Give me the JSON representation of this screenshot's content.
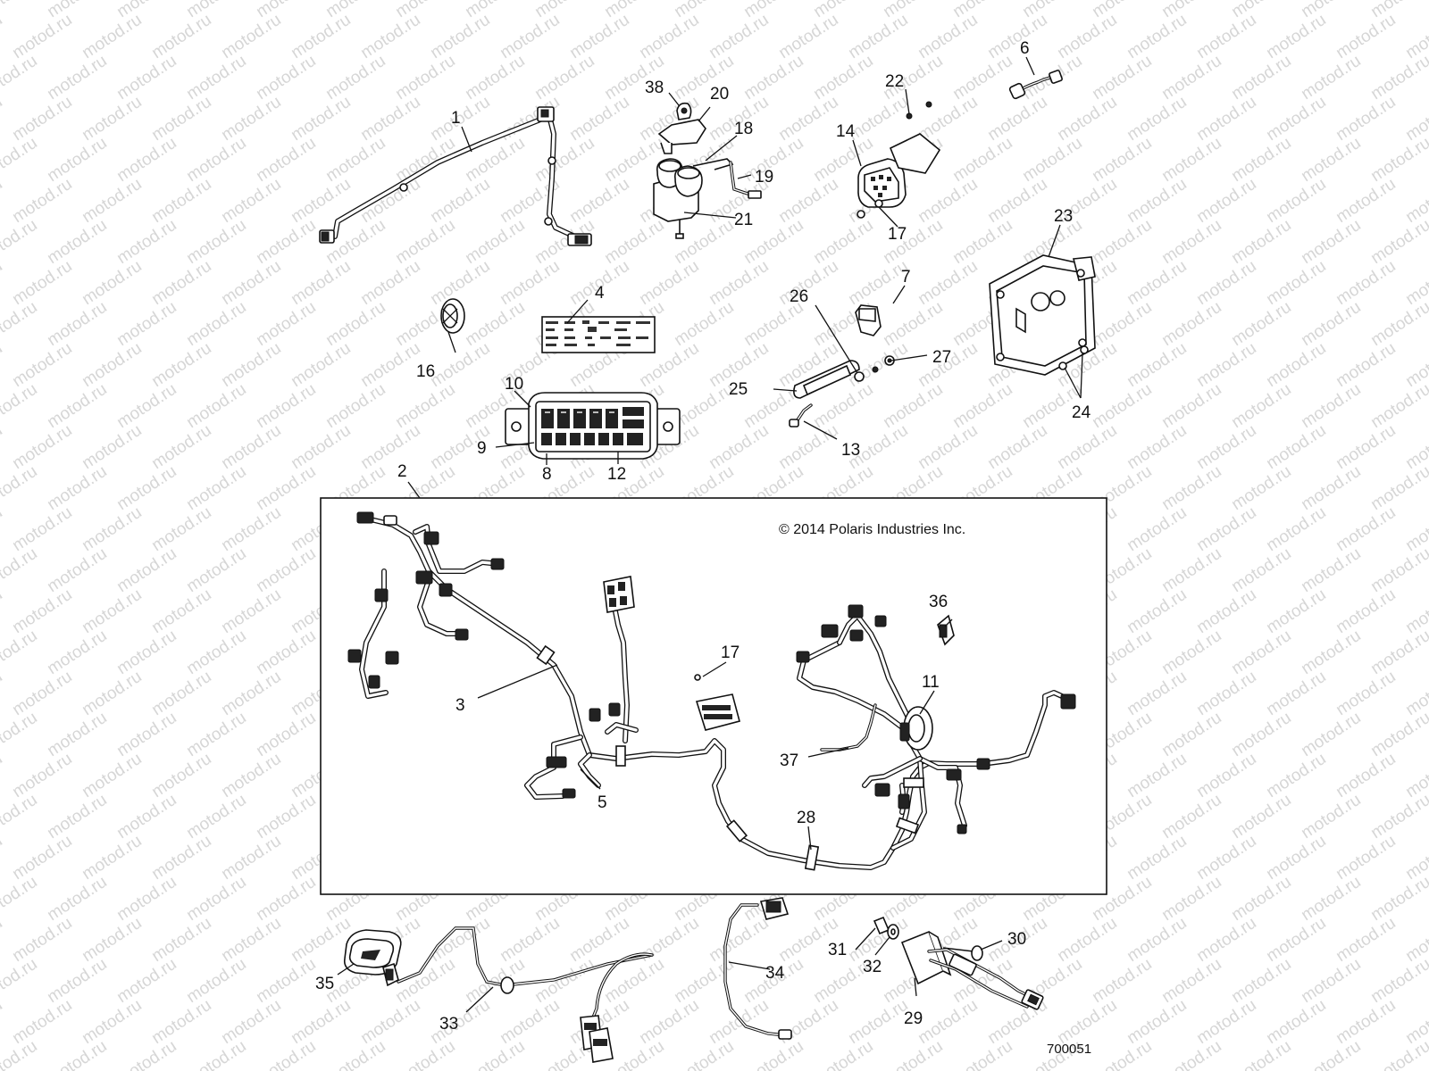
{
  "watermark": {
    "text": "motod.ru"
  },
  "copyright": "© 2014 Polaris Industries Inc.",
  "diagram_id": "700051",
  "callouts": {
    "c1": "1",
    "c2": "2",
    "c3": "3",
    "c4": "4",
    "c5": "5",
    "c6": "6",
    "c7": "7",
    "c8": "8",
    "c9": "9",
    "c10": "10",
    "c11": "11",
    "c12": "12",
    "c13": "13",
    "c14": "14",
    "c16": "16",
    "c17a": "17",
    "c17b": "17",
    "c18": "18",
    "c19": "19",
    "c20": "20",
    "c21": "21",
    "c22": "22",
    "c23": "23",
    "c24": "24",
    "c25": "25",
    "c26": "26",
    "c27": "27",
    "c28": "28",
    "c29": "29",
    "c30": "30",
    "c31": "31",
    "c32": "32",
    "c33": "33",
    "c34": "34",
    "c35": "35",
    "c36": "36",
    "c37": "37",
    "c38": "38"
  },
  "colors": {
    "line": "#111111",
    "watermark": "#d6d6d6",
    "background": "#ffffff"
  }
}
